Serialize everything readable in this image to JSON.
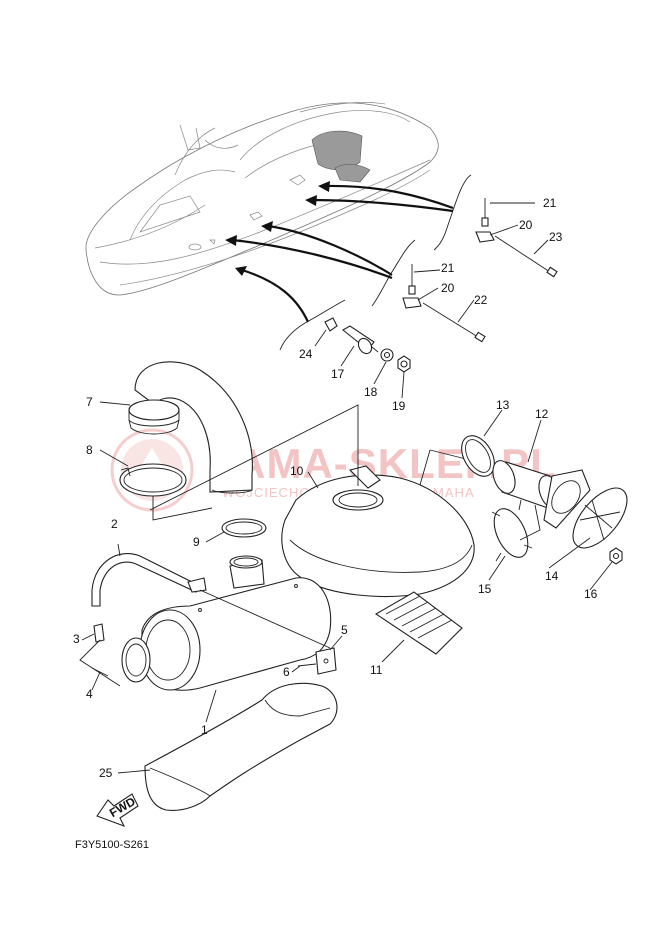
{
  "diagram": {
    "code": "F3Y5100-S261",
    "fwd_label": "FWD",
    "watermark": {
      "title": "YAMA-SKLEP.PL",
      "subtitle": "WOJCIECHOWSKI DEALER YAMAHA"
    },
    "callouts": [
      {
        "id": "c1",
        "text": "1"
      },
      {
        "id": "c2",
        "text": "2"
      },
      {
        "id": "c3",
        "text": "3"
      },
      {
        "id": "c4",
        "text": "4"
      },
      {
        "id": "c5",
        "text": "5"
      },
      {
        "id": "c6",
        "text": "6"
      },
      {
        "id": "c7",
        "text": "7"
      },
      {
        "id": "c8",
        "text": "8"
      },
      {
        "id": "c9",
        "text": "9"
      },
      {
        "id": "c10",
        "text": "10"
      },
      {
        "id": "c11",
        "text": "11"
      },
      {
        "id": "c12",
        "text": "12"
      },
      {
        "id": "c13",
        "text": "13"
      },
      {
        "id": "c14",
        "text": "14"
      },
      {
        "id": "c15",
        "text": "15"
      },
      {
        "id": "c16",
        "text": "16"
      },
      {
        "id": "c17",
        "text": "17"
      },
      {
        "id": "c18",
        "text": "18"
      },
      {
        "id": "c19",
        "text": "19"
      },
      {
        "id": "c20a",
        "text": "20"
      },
      {
        "id": "c20b",
        "text": "20"
      },
      {
        "id": "c21a",
        "text": "21"
      },
      {
        "id": "c21b",
        "text": "21"
      },
      {
        "id": "c22",
        "text": "22"
      },
      {
        "id": "c23",
        "text": "23"
      },
      {
        "id": "c24",
        "text": "24"
      },
      {
        "id": "c25",
        "text": "25"
      }
    ],
    "colors": {
      "line": "#222222",
      "watermark": "#f3c4c4",
      "background": "#ffffff"
    }
  }
}
